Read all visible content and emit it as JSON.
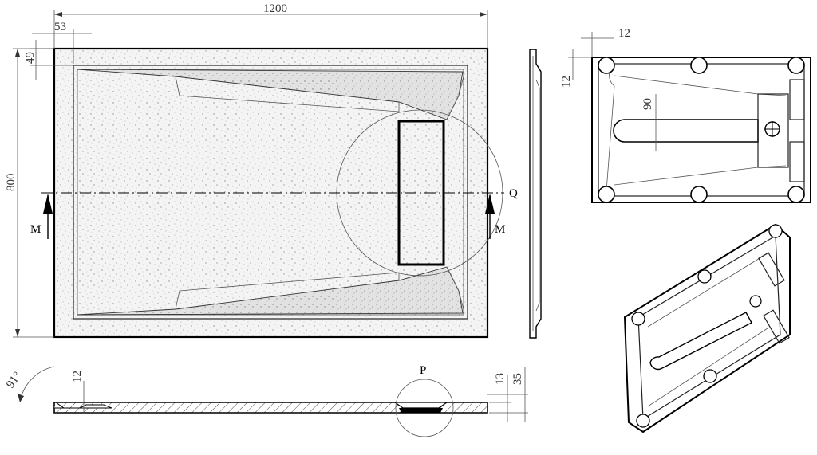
{
  "dimensions": {
    "width_top": "1200",
    "left_offset": "53",
    "top_offset": "49",
    "height_left": "800",
    "side_top": "12",
    "side_left": "12",
    "slot_length": "90",
    "angle": "91°",
    "section_left": "12",
    "section_mid": "13",
    "section_right": "35"
  },
  "labels": {
    "section_mark_left": "M",
    "section_mark_right": "M",
    "detail_q": "Q",
    "detail_p": "P"
  }
}
